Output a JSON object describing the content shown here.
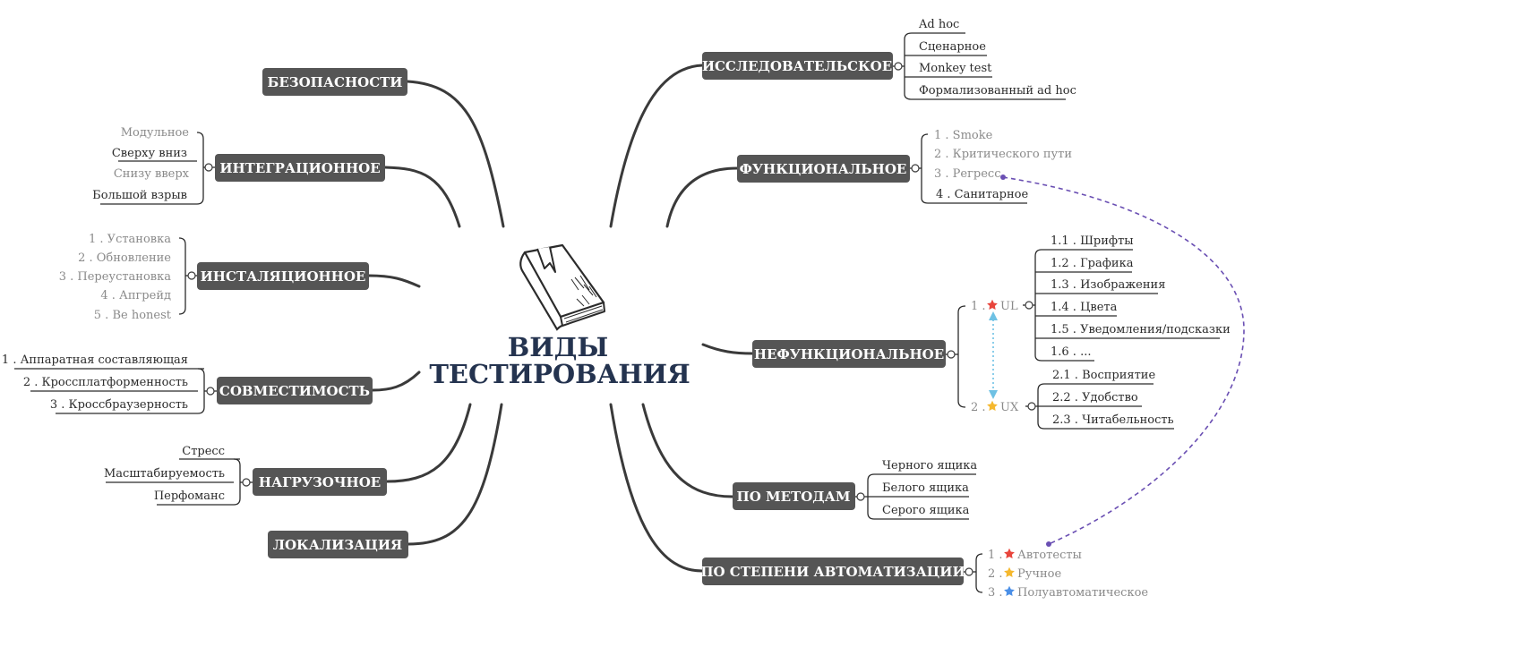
{
  "title": {
    "line1": "ВИДЫ",
    "line2": "ТЕСТИРОВАНИЯ"
  },
  "colors": {
    "topic": "#555555",
    "title": "#24334f",
    "star_red": "#e8453c",
    "star_yellow": "#f5b82e",
    "star_blue": "#4a8fe7",
    "dashed_purple": "#6a4fb3",
    "dotted_blue": "#6ec1e4"
  },
  "icon": "book-icon",
  "left": {
    "security": {
      "label": "БЕЗОПАСНОСТИ"
    },
    "integration": {
      "label": "ИНТЕГРАЦИОННОЕ",
      "items": [
        "Модульное",
        "Сверху вниз",
        "Снизу вверх",
        "Большой взрыв"
      ]
    },
    "installation": {
      "label": "ИНСТАЛЯЦИОННОЕ",
      "items": [
        "1 . Установка",
        "2 . Обновление",
        "3 . Переустановка",
        "4 . Апгрейд",
        "5 . Be honest"
      ]
    },
    "compatibility": {
      "label": "СОВМЕСТИМОСТЬ",
      "items": [
        "1 . Аппаратная составляющая",
        "2 . Кроссплатформенность",
        "3 . Кроссбраузерность"
      ]
    },
    "load": {
      "label": "НАГРУЗОЧНОЕ",
      "items": [
        "Стресс",
        "Масштабируемость",
        "Перфоманс"
      ]
    },
    "localization": {
      "label": "ЛОКАЛИЗАЦИЯ"
    }
  },
  "right": {
    "exploratory": {
      "label": "ИССЛЕДОВАТЕЛЬСКОЕ",
      "items": [
        "Ad hoc",
        "Сценарное",
        "Monkey test",
        "Формализованный ad hoc"
      ]
    },
    "functional": {
      "label": "ФУНКЦИОНАЛЬНОЕ",
      "items": [
        "1 . Smoke",
        "2 . Критического пути",
        "3 . Регресс",
        "4 . Санитарное"
      ]
    },
    "nonfunctional": {
      "label": "НЕФУНКЦИОНАЛЬНОЕ",
      "ul": {
        "prefix": "1 .",
        "label": "UL",
        "items": [
          "1.1 . Шрифты",
          "1.2 . Графика",
          "1.3 . Изображения",
          "1.4 . Цвета",
          "1.5 . Уведомления/подсказки",
          "1.6 . ..."
        ]
      },
      "ux": {
        "prefix": "2 .",
        "label": "UX",
        "items": [
          "2.1 . Восприятие",
          "2.2 . Удобство",
          "2.3 . Читабельность"
        ]
      }
    },
    "methods": {
      "label": "ПО МЕТОДАМ",
      "items": [
        "Черного ящика",
        "Белого ящика",
        "Серого ящика"
      ]
    },
    "automation": {
      "label": "ПО СТЕПЕНИ АВТОМАТИЗАЦИИ",
      "prefixes": [
        "1 .",
        "2 .",
        "3 ."
      ],
      "items": [
        "Автотесты",
        "Ручное",
        "Полуавтоматическое"
      ]
    }
  }
}
